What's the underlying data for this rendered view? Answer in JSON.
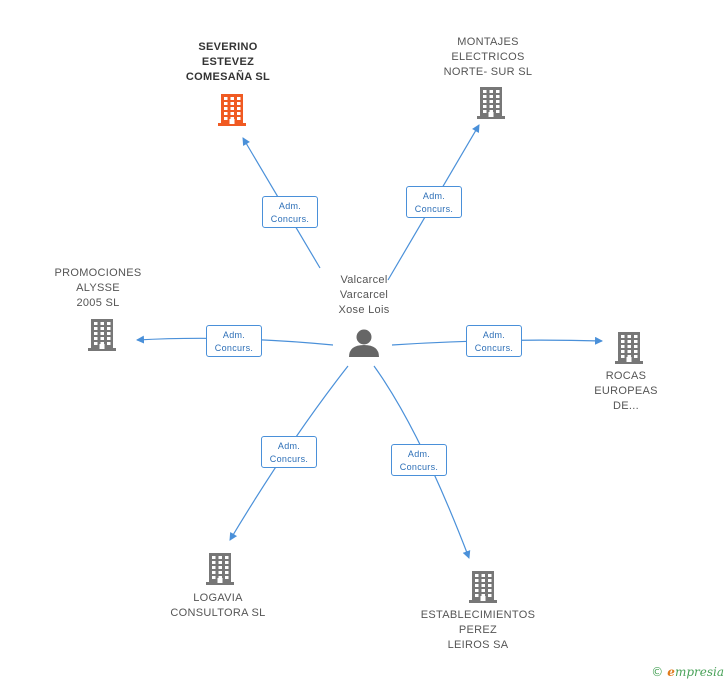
{
  "center": {
    "label": "Valcarcel\nVarcarcel\nXose Lois",
    "icon": "person-icon"
  },
  "colors": {
    "edge": "#4a90d9",
    "building": "#777777",
    "main_building": "#f05a22"
  },
  "companies": [
    {
      "id": "severino",
      "label": "SEVERINO\nESTEVEZ\nCOMESAÑA SL",
      "main": true,
      "icon": "building-icon"
    },
    {
      "id": "montajes",
      "label": "MONTAJES\nELECTRICOS\nNORTE- SUR SL",
      "main": false,
      "icon": "building-icon"
    },
    {
      "id": "promociones",
      "label": "PROMOCIONES\nALYSSE\n2005 SL",
      "main": false,
      "icon": "building-icon"
    },
    {
      "id": "rocas",
      "label": "ROCAS\nEUROPEAS\nDE...",
      "main": false,
      "icon": "building-icon"
    },
    {
      "id": "logavia",
      "label": "LOGAVIA\nCONSULTORA SL",
      "main": false,
      "icon": "building-icon"
    },
    {
      "id": "establecimientos",
      "label": "ESTABLECIMIENTOS\nPEREZ\nLEIROS SA",
      "main": false,
      "icon": "building-icon"
    }
  ],
  "relations": [
    {
      "to": "severino",
      "label": "Adm.\nConcurs."
    },
    {
      "to": "montajes",
      "label": "Adm.\nConcurs."
    },
    {
      "to": "promociones",
      "label": "Adm.\nConcurs."
    },
    {
      "to": "rocas",
      "label": "Adm.\nConcurs."
    },
    {
      "to": "logavia",
      "label": "Adm.\nConcurs."
    },
    {
      "to": "establecimientos",
      "label": "Adm.\nConcurs."
    }
  ],
  "footer": {
    "copyright": "©",
    "brand_initial": "e",
    "brand_rest": "mpresia"
  }
}
